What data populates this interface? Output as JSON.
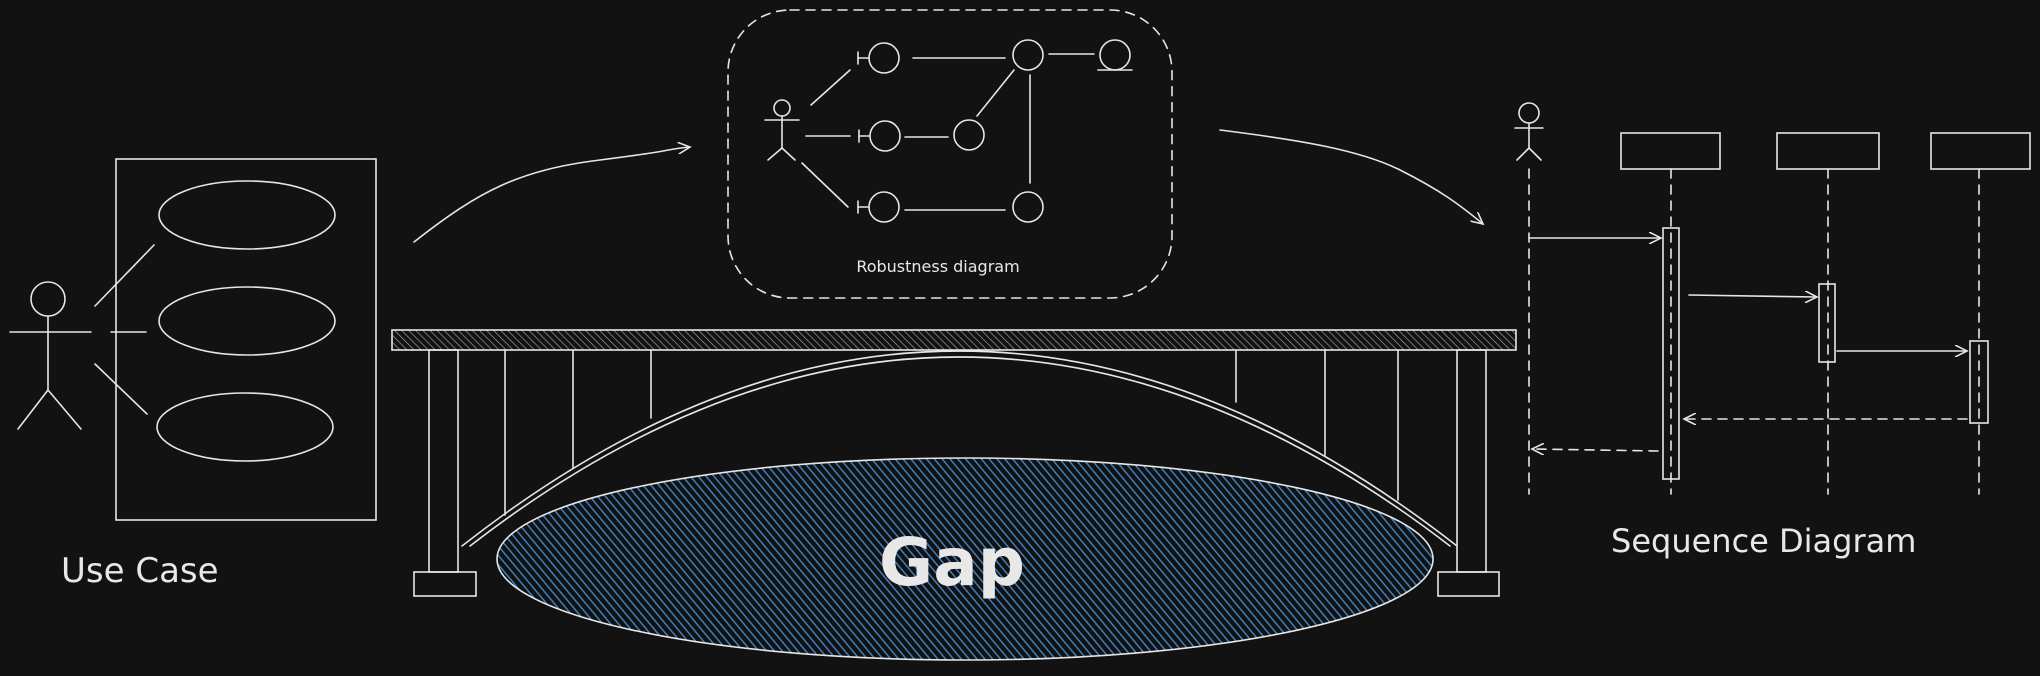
{
  "labels": {
    "use_case": "Use Case",
    "robustness": "Robustness diagram",
    "gap": "Gap",
    "sequence": "Sequence Diagram"
  },
  "colors": {
    "background": "#121212",
    "stroke": "#e6e6e6",
    "gap_fill": "#3f7fbf",
    "deck_hatch": "#9a9a9a"
  }
}
